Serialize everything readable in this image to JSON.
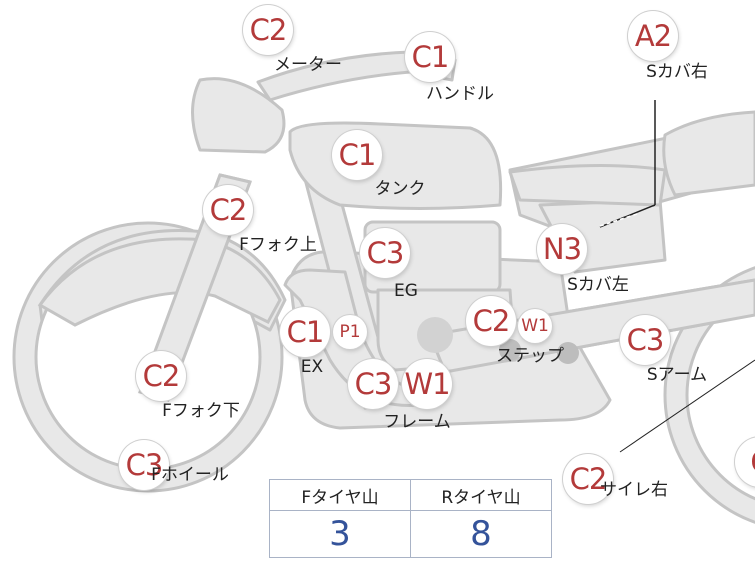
{
  "diagram": {
    "body_color": "#e8e8e8",
    "outline_color": "#c4c4c4",
    "badge_text_color": "#b33a3a",
    "parts": [
      {
        "code": "C2",
        "label": "メーター"
      },
      {
        "code": "C1",
        "label": "ハンドル"
      },
      {
        "code": "A2",
        "label": "Sカバ右"
      },
      {
        "code": "C1",
        "label": "タンク"
      },
      {
        "code": "C2",
        "label": "Fフォク上"
      },
      {
        "code": "C3",
        "label": "EG"
      },
      {
        "code": "N3",
        "label": "Sカバ左"
      },
      {
        "code": "C1",
        "label": "EX"
      },
      {
        "code": "P1",
        "label": ""
      },
      {
        "code": "C2",
        "label": "ステップ"
      },
      {
        "code": "W1",
        "label": ""
      },
      {
        "code": "C3",
        "label": "Sアーム"
      },
      {
        "code": "C2",
        "label": "Fフォク下"
      },
      {
        "code": "C3",
        "label": ""
      },
      {
        "code": "W1",
        "label": "フレーム"
      },
      {
        "code": "C3",
        "label": "Fホイール"
      },
      {
        "code": "C2",
        "label": "サイレ右"
      },
      {
        "code": "C",
        "label": ""
      }
    ]
  },
  "tire_table": {
    "headers": [
      "Fタイヤ山",
      "Rタイヤ山"
    ],
    "values": [
      "3",
      "8"
    ],
    "value_color": "#34539a",
    "border_color": "#a9b3c6"
  }
}
